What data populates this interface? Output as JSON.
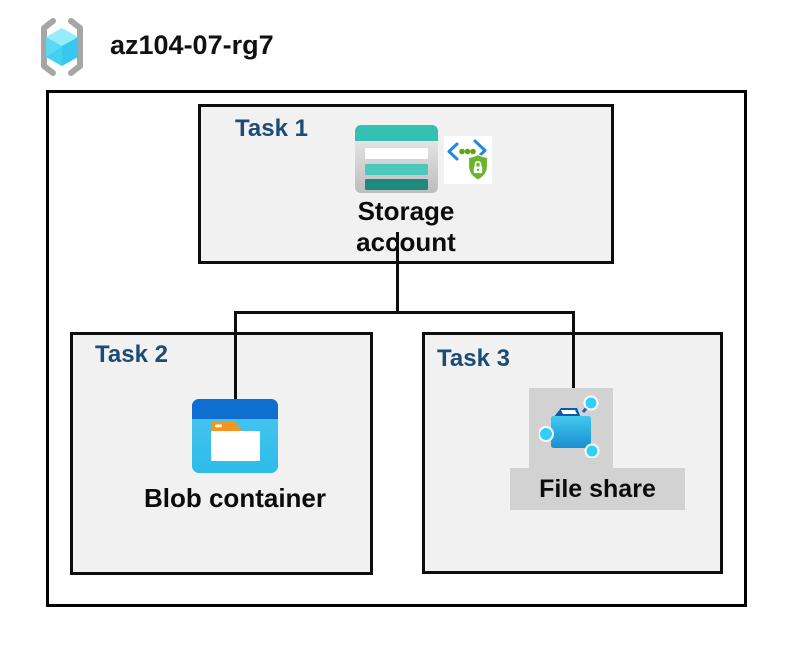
{
  "diagram": {
    "resource_group": {
      "name": "az104-07-rg7",
      "icon": "azure-resource-group"
    },
    "tasks": [
      {
        "label": "Task 1",
        "resource": "Storage account",
        "icons": [
          "storage-account",
          "secure-access-shield"
        ],
        "selected": false
      },
      {
        "label": "Task 2",
        "resource": "Blob container",
        "icons": [
          "blob-container"
        ],
        "selected": false
      },
      {
        "label": "Task 3",
        "resource": "File share",
        "icons": [
          "file-share"
        ],
        "selected": true
      }
    ],
    "connections": [
      {
        "from": "Storage account",
        "to": "Blob container"
      },
      {
        "from": "Storage account",
        "to": "File share"
      }
    ],
    "colors": {
      "task_label": "#1c4b74",
      "box_background": "#f1f1f1",
      "border": "#000000",
      "selection_highlight": "#d2d2d2",
      "storage_teal": "#35c1b1",
      "storage_teal_dark": "#20897d",
      "blob_header_blue": "#0f6fd1",
      "blob_body_cyan": "#3bc2ee",
      "folder_tab_orange": "#f7941e",
      "file_share_blue": "#1b8fd0",
      "node_cyan": "#2fd1f8",
      "shield_green": "#6ab42d",
      "chevron_blue": "#2389d8",
      "cube_cyan": "#59d9f4",
      "bracket_gray": "#a6a6a6"
    }
  }
}
